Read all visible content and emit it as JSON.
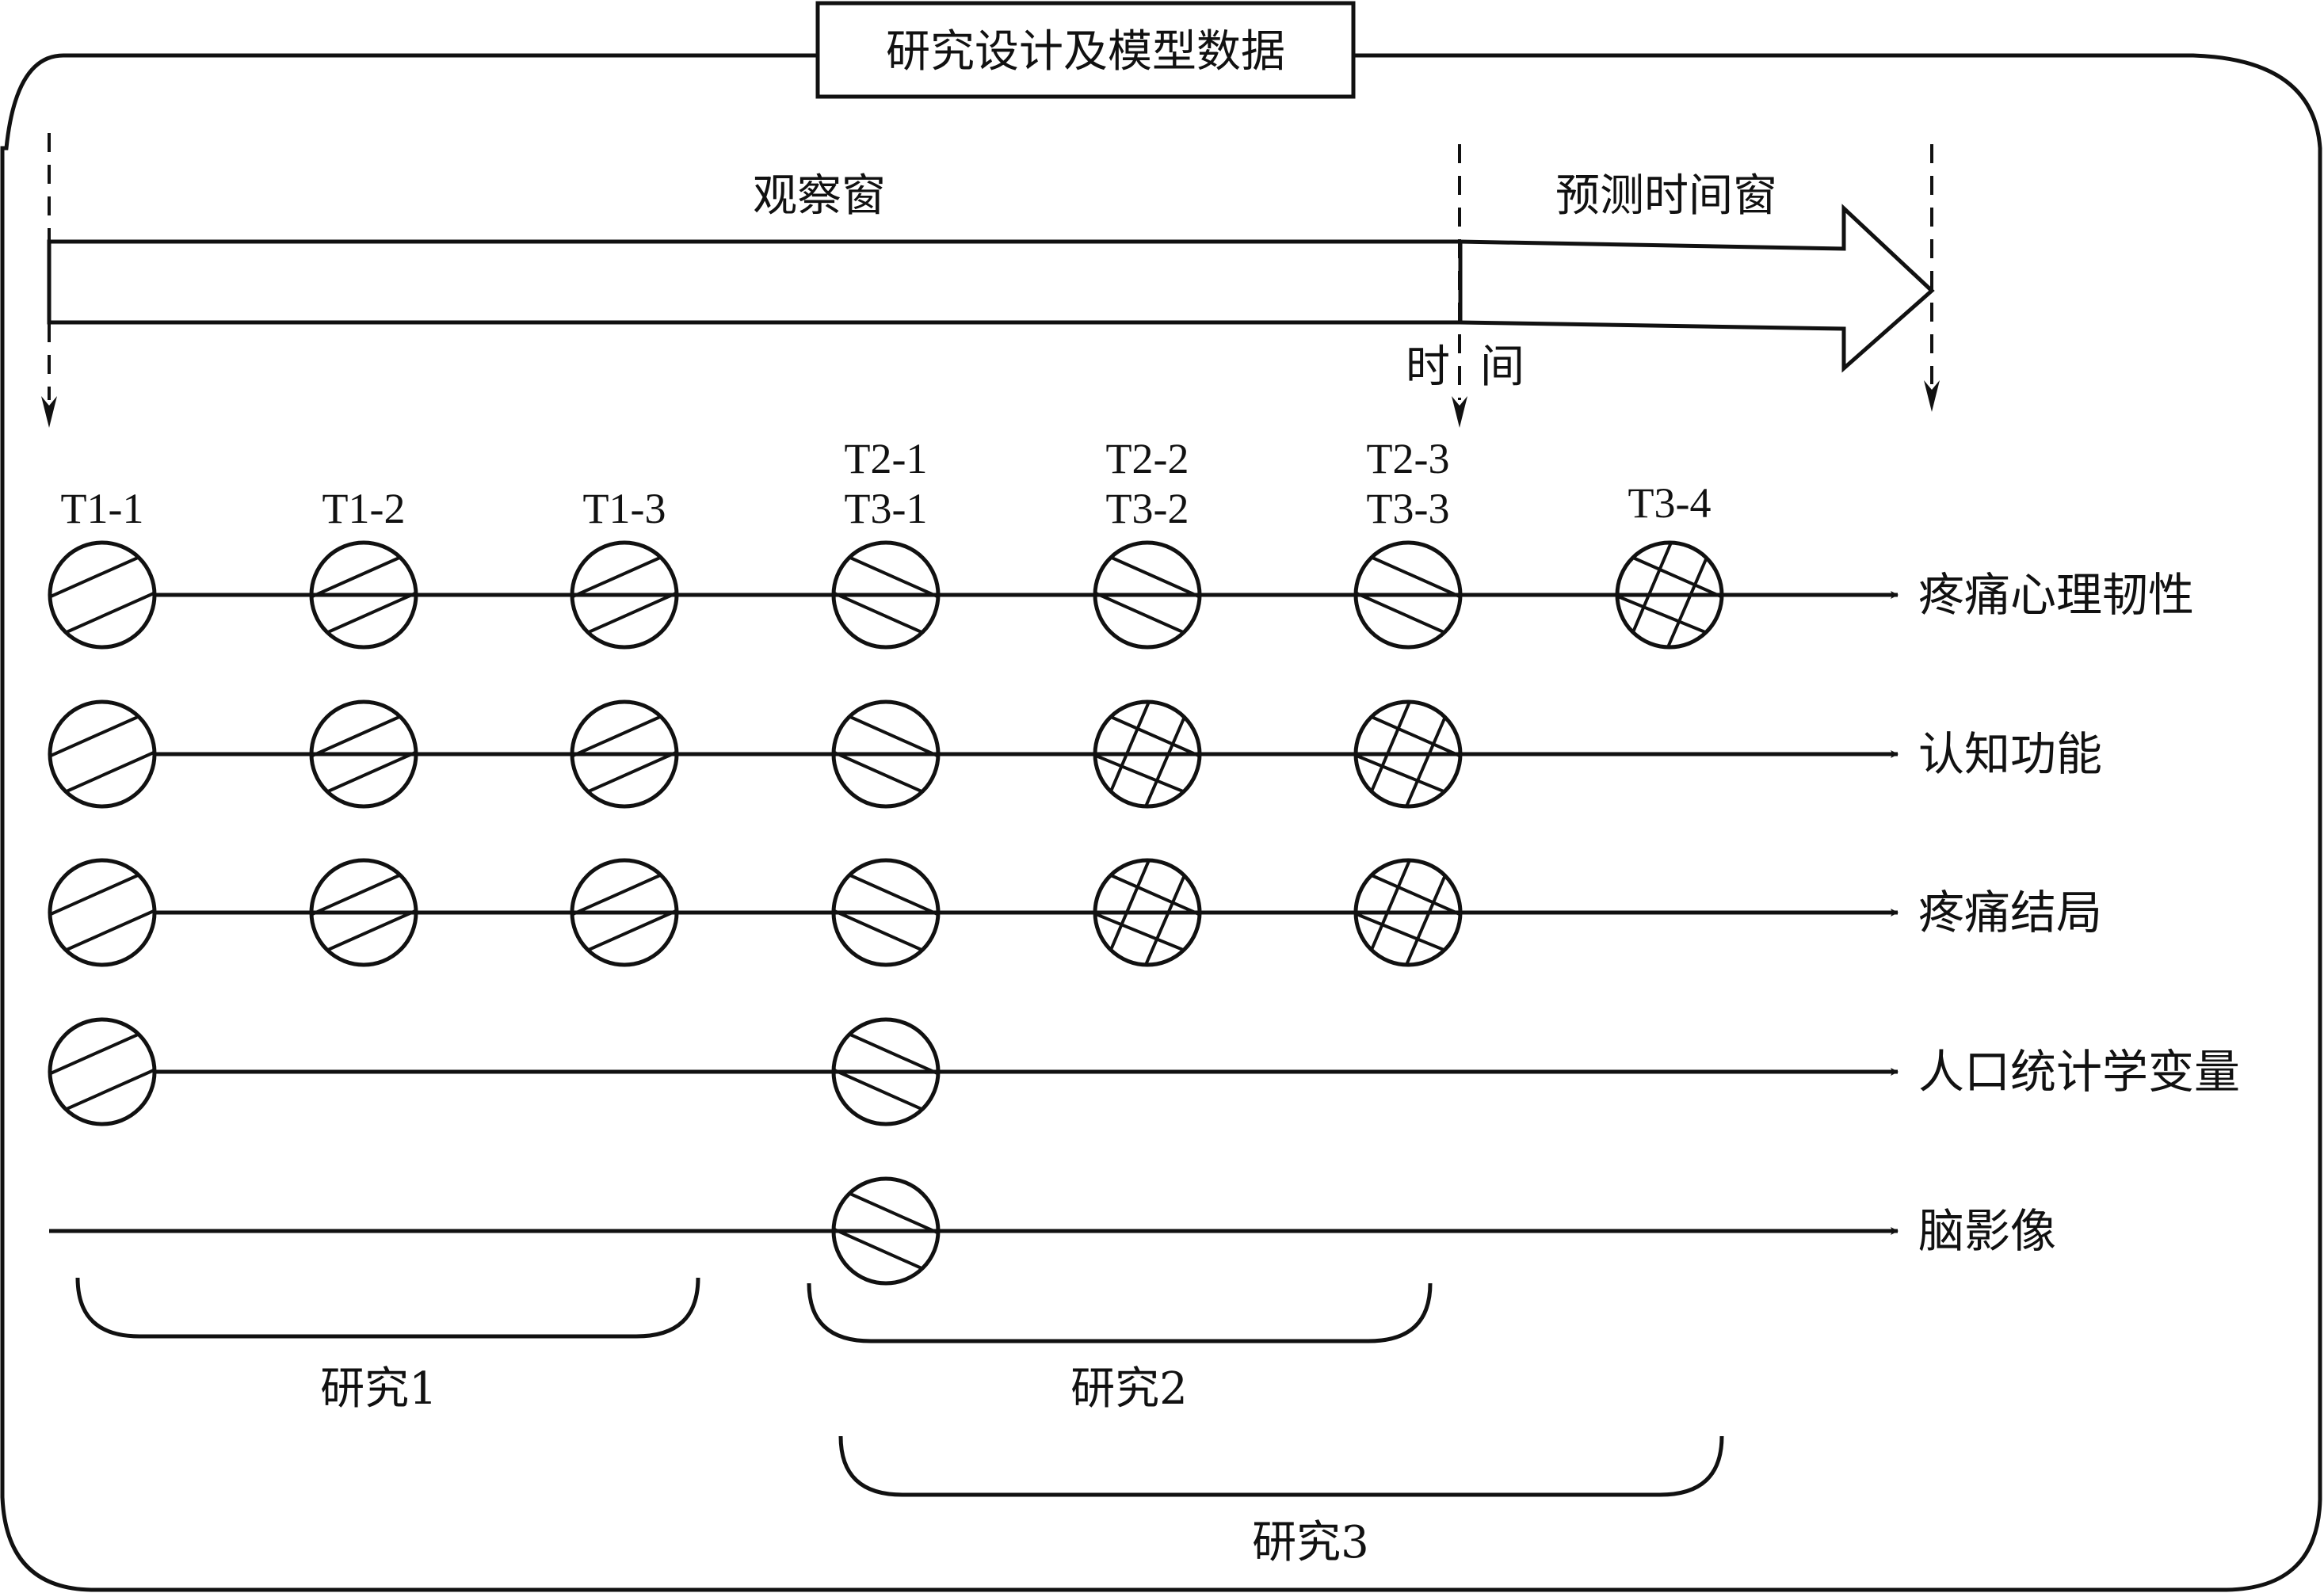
{
  "title": "研究设计及模型数据",
  "windows": {
    "observation": "观察窗",
    "prediction": "预测时间窗",
    "time_axis": [
      "时",
      "间"
    ]
  },
  "timepoints": [
    {
      "id": "c1",
      "labels": [
        "T1-1"
      ]
    },
    {
      "id": "c2",
      "labels": [
        "T1-2"
      ]
    },
    {
      "id": "c3",
      "labels": [
        "T1-3"
      ]
    },
    {
      "id": "c4",
      "labels": [
        "T2-1",
        "T3-1"
      ]
    },
    {
      "id": "c5",
      "labels": [
        "T2-2",
        "T3-2"
      ]
    },
    {
      "id": "c6",
      "labels": [
        "T2-3",
        "T3-3"
      ]
    },
    {
      "id": "c7",
      "labels": [
        "T3-4"
      ]
    }
  ],
  "variables": [
    {
      "label": "疼痛心理韧性",
      "nodes": [
        "slash-forward",
        "slash-forward",
        "slash-forward",
        "slash-back",
        "slash-back",
        "slash-back",
        "crosshatch"
      ]
    },
    {
      "label": "认知功能",
      "nodes": [
        "slash-forward",
        "slash-forward",
        "slash-forward",
        "slash-back",
        "crosshatch",
        "crosshatch",
        null
      ]
    },
    {
      "label": "疼痛结局",
      "nodes": [
        "slash-forward",
        "slash-forward",
        "slash-forward",
        "slash-back",
        "crosshatch",
        "crosshatch",
        null
      ]
    },
    {
      "label": "人口统计学变量",
      "nodes": [
        "slash-forward",
        null,
        null,
        "slash-back",
        null,
        null,
        null
      ]
    },
    {
      "label": "脑影像",
      "nodes": [
        null,
        null,
        null,
        "slash-back",
        null,
        null,
        null
      ]
    }
  ],
  "studies": [
    {
      "label": "研究1",
      "from_timepoint": "T1-1",
      "to_timepoint": "T1-3"
    },
    {
      "label": "研究2",
      "from_timepoint": "T2-1",
      "to_timepoint": "T2-3"
    },
    {
      "label": "研究3",
      "from_timepoint": "T3-1",
      "to_timepoint": "T3-4"
    }
  ]
}
